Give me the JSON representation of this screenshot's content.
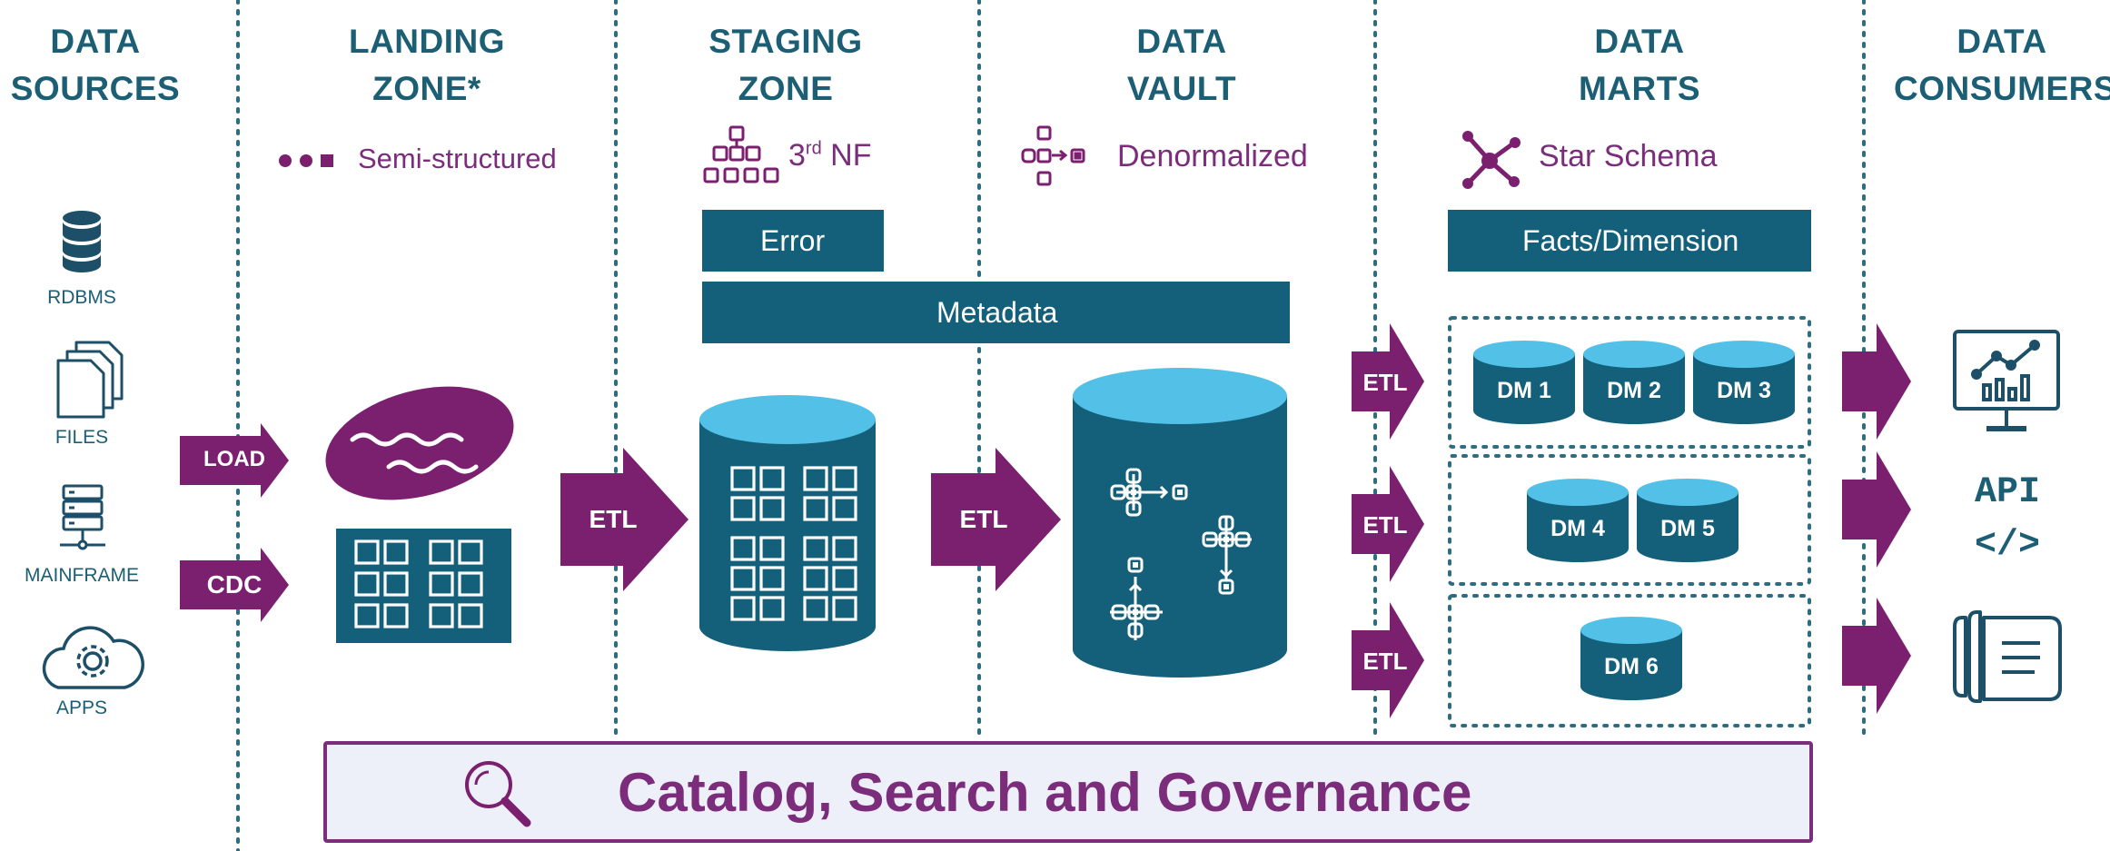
{
  "headers": {
    "sources": [
      "DATA",
      "SOURCES"
    ],
    "landing": [
      "LANDING",
      "ZONE*"
    ],
    "staging": [
      "STAGING",
      "ZONE"
    ],
    "vault": [
      "DATA",
      "VAULT"
    ],
    "marts": [
      "DATA",
      "MARTS"
    ],
    "consumers": [
      "DATA",
      "CONSUMERS"
    ]
  },
  "sources": {
    "rdbms": "RDBMS",
    "files": "FILES",
    "mainframe": "MAINFRAME",
    "apps": "APPS"
  },
  "labels": {
    "semi_structured": "Semi-structured",
    "third_nf_main": "3",
    "third_nf_sup": "rd",
    "third_nf_tail": " NF",
    "denormalized": "Denormalized",
    "star_schema": "Star Schema"
  },
  "bars": {
    "error": "Error",
    "metadata": "Metadata",
    "facts": "Facts/Dimension"
  },
  "arrows": {
    "load": "LOAD",
    "cdc": "CDC",
    "etl": "ETL"
  },
  "data_marts": [
    "DM 1",
    "DM 2",
    "DM 3",
    "DM 4",
    "DM 5",
    "DM 6"
  ],
  "consumers": {
    "api_line1": "API",
    "api_line2": "</>"
  },
  "catalog": "Catalog, Search and Governance",
  "colors": {
    "teal": "#14607a",
    "header_teal": "#1c5f74",
    "purple": "#7b2d7c",
    "cyl_top": "#53c0e8",
    "catalog_bg": "#edf0f9",
    "divider": "#2e6c80"
  },
  "icons": [
    "database-icon",
    "files-icon",
    "server-icon",
    "cloud-gear-icon",
    "lake-icon",
    "grid-icon",
    "network-icon",
    "star-schema-icon",
    "dashboard-icon",
    "document-stack-icon",
    "magnifier-icon"
  ]
}
